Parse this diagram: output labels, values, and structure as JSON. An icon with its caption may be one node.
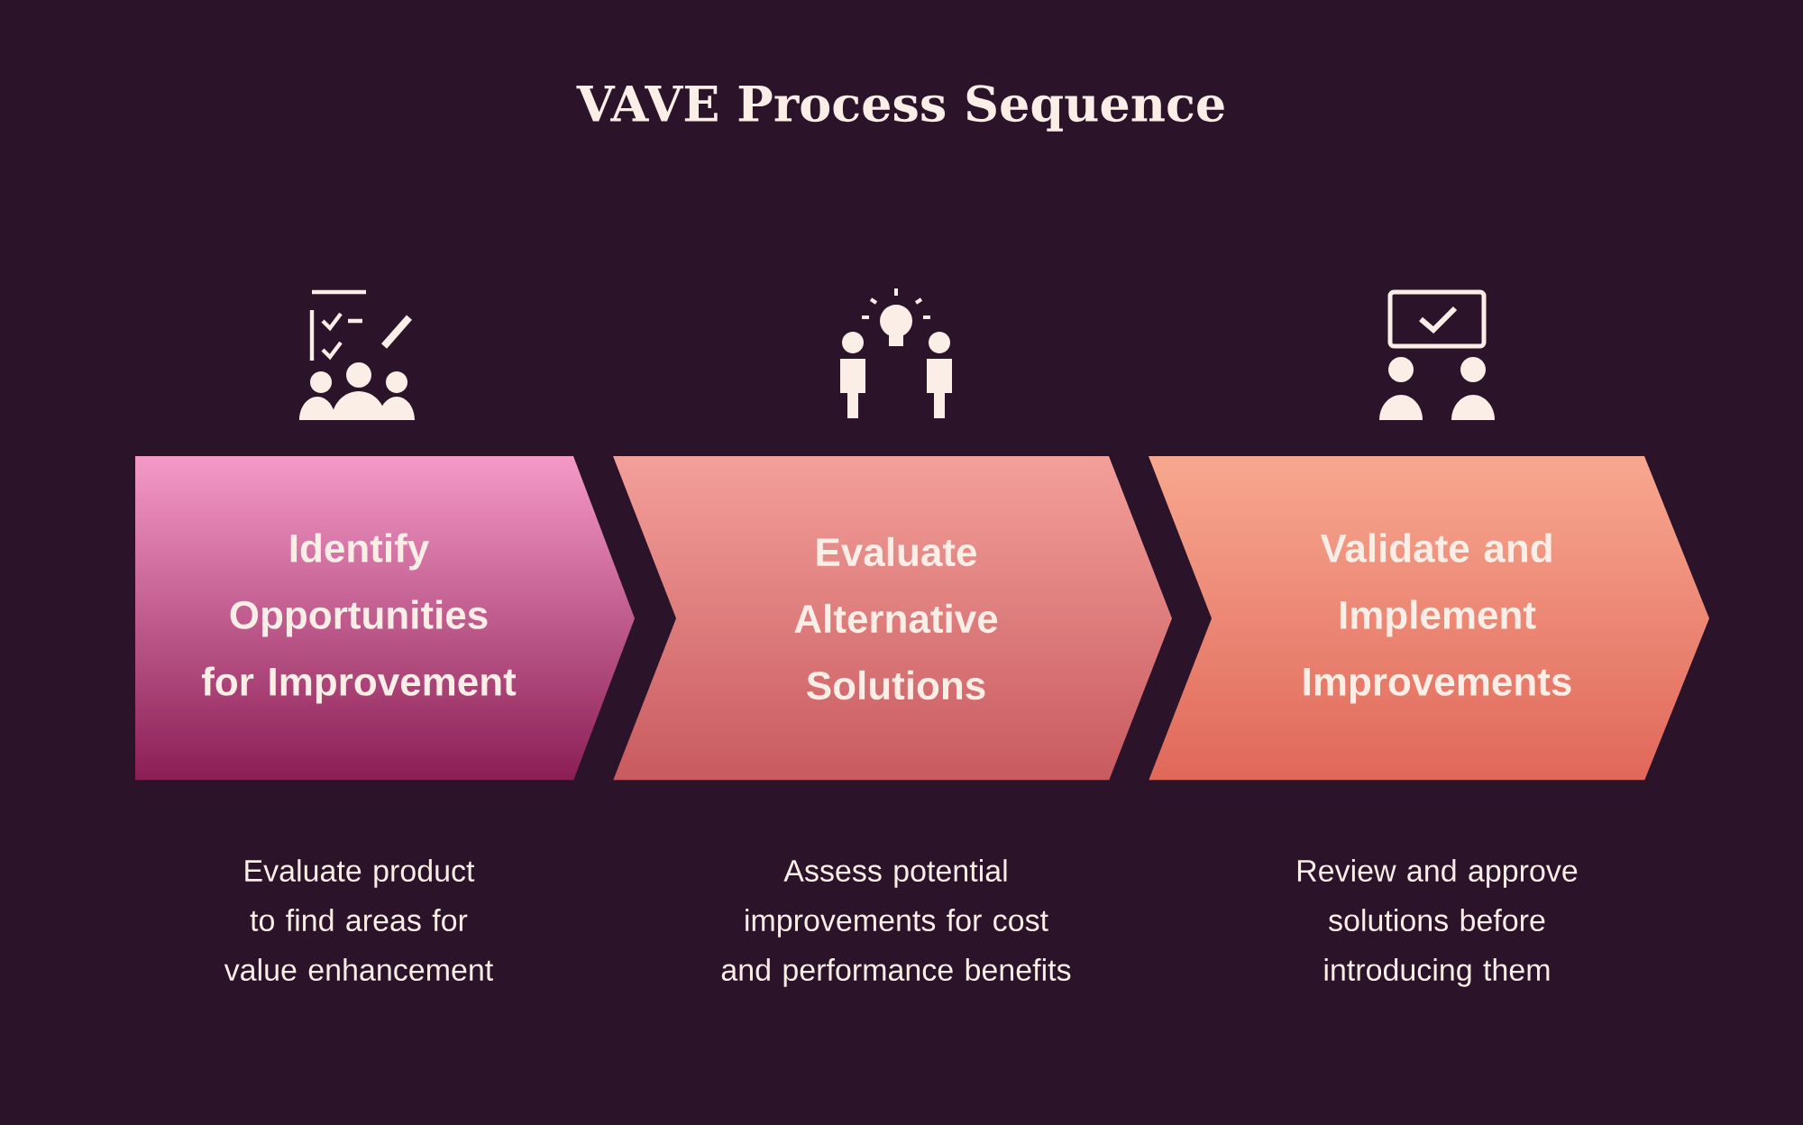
{
  "diagram": {
    "title": "VAVE Process Sequence",
    "nodes": [
      {
        "text": [
          "Identify Opportunities for Improvement"
        ]
      },
      {
        "text": [
          "Evaluate Alternative Solutions"
        ]
      },
      {
        "text": [
          "Validate and Implement Improvements"
        ]
      }
    ],
    "labels": [
      "Evaluate product to find areas for value enhancement",
      "Assess potential improvements for cost and performance benefits",
      "Review and approve solutions before introducing them"
    ]
  }
}
